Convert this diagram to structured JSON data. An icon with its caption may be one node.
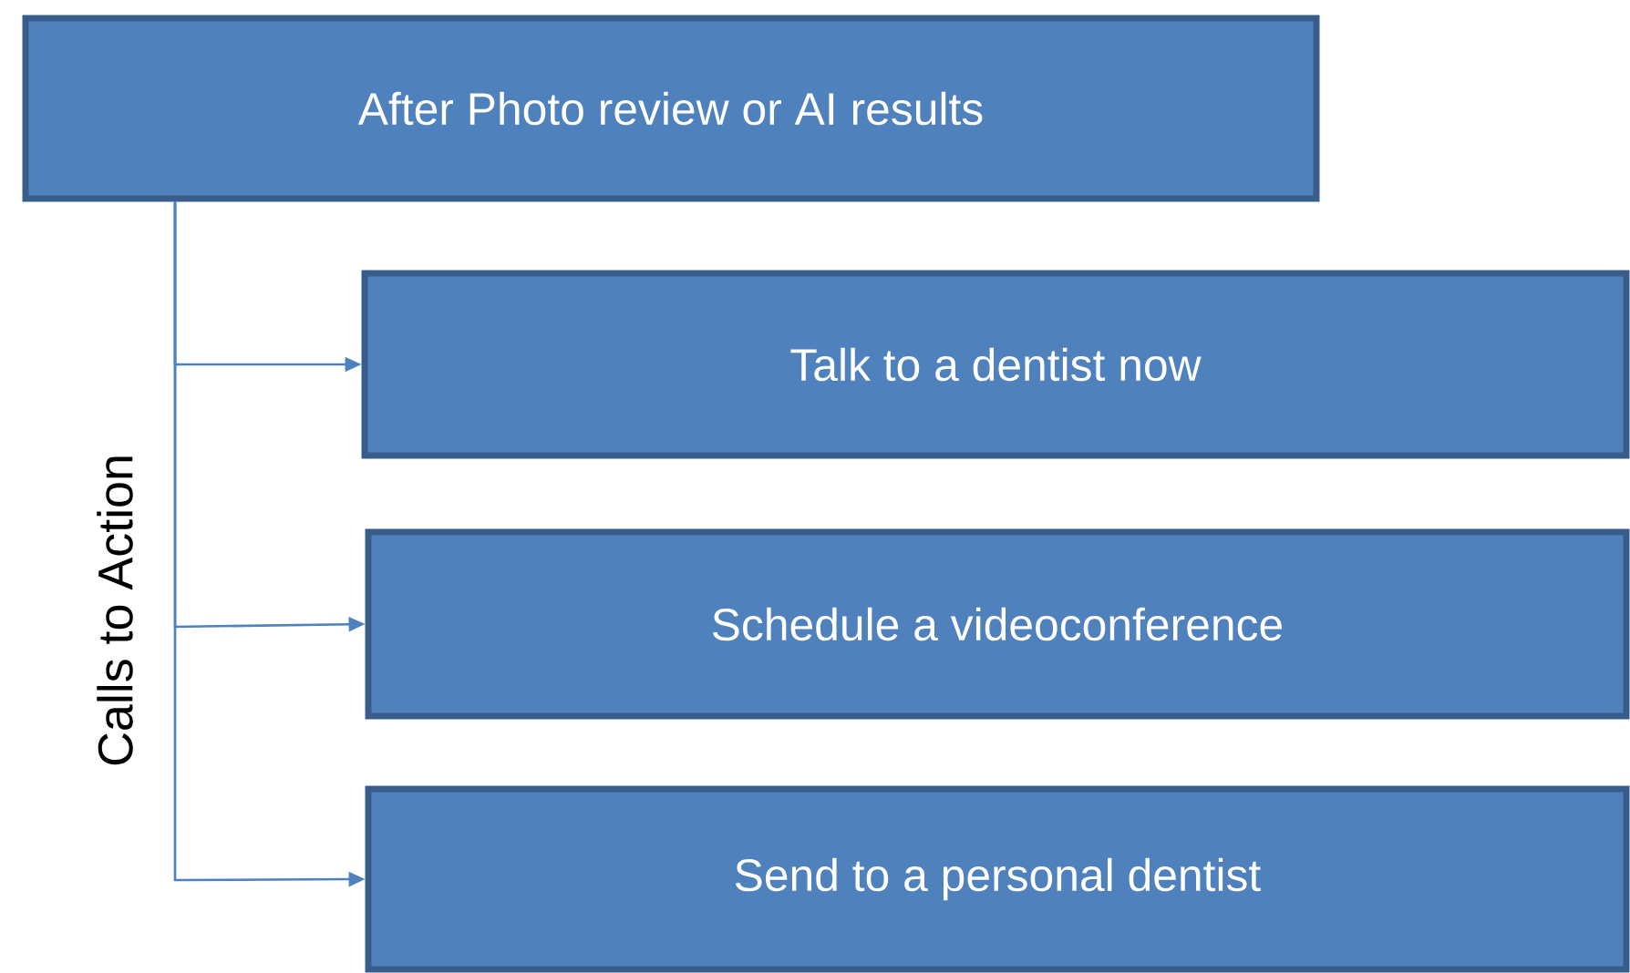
{
  "diagram": {
    "nodes": [
      {
        "text": [
          "After Photo review or AI results"
        ]
      },
      {
        "text": [
          "Talk to a dentist now"
        ]
      },
      {
        "text": [
          "Schedule a videoconference"
        ]
      },
      {
        "text": [
          "Send to a personal dentist"
        ]
      }
    ],
    "edges": [
      {
        "from": 0,
        "to": 1,
        "arrow": "to"
      },
      {
        "from": 0,
        "to": 2,
        "arrow": "to"
      },
      {
        "from": 0,
        "to": 3,
        "arrow": "to"
      }
    ],
    "labels": [
      "Calls to Action"
    ]
  }
}
